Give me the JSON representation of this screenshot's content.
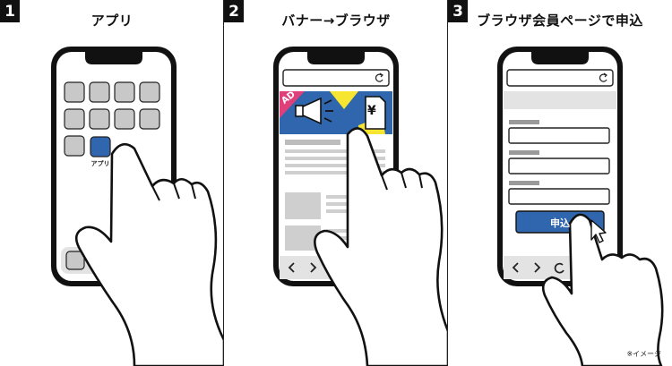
{
  "steps": [
    {
      "number": "1",
      "title": "アプリ",
      "icon_label": "アプリ"
    },
    {
      "number": "2",
      "title": "バナー→ブラウザ",
      "banner_badge": "AD",
      "banner_symbol": "¥"
    },
    {
      "number": "3",
      "title": "ブラウザ会員ページで申込",
      "submit_label": "申込"
    }
  ],
  "nav": {
    "back": "‹",
    "forward": "›"
  },
  "note": "※イメージ",
  "colors": {
    "accent_blue": "#2f66ad",
    "ad_pink": "#e0407a",
    "ad_yellow": "#f6e632",
    "tile_gray": "#c8c8c8"
  }
}
